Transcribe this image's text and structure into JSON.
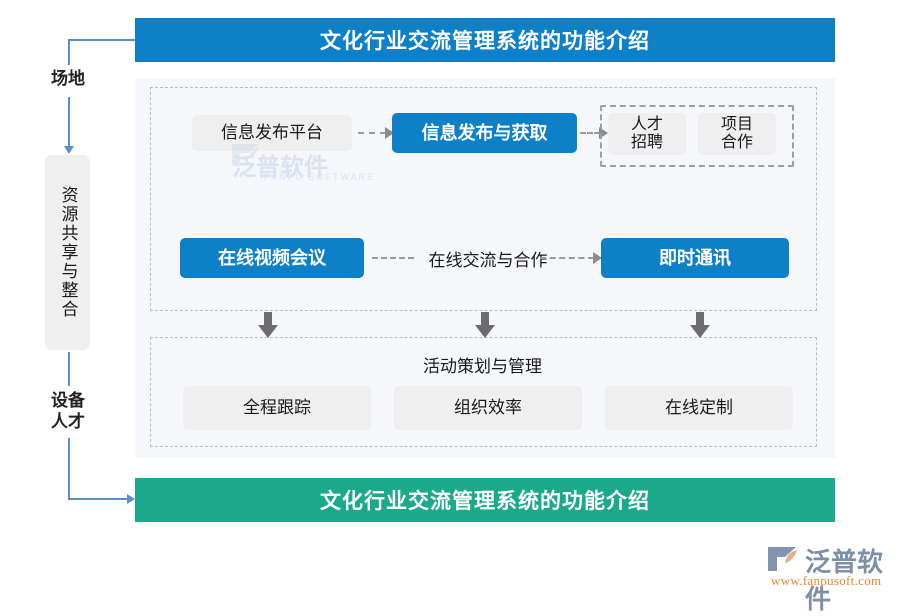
{
  "header": {
    "title": "文化行业交流管理系统的功能介绍",
    "color": "#0d80c8"
  },
  "footer": {
    "title": "文化行业交流管理系统的功能介绍",
    "color": "#1ba98c"
  },
  "left_flow": {
    "venue_label": "场地",
    "resource_box_label": "资源共享与整合",
    "equipment_label": "设备\n人才",
    "equipment_line1": "设备",
    "equipment_line2": "人才",
    "line_color": "#5b8ec9"
  },
  "main": {
    "row1": {
      "source": "信息发布平台",
      "center": "信息发布与获取",
      "outputs": [
        "人才\n招聘",
        "项目\n合作"
      ],
      "output_1_line1": "人才",
      "output_1_line2": "招聘",
      "output_2_line1": "项目",
      "output_2_line2": "合作"
    },
    "row2": {
      "left": "在线视频会议",
      "middle_label": "在线交流与合作",
      "right": "即时通讯"
    },
    "row3": {
      "title": "活动策划与管理",
      "items": [
        "全程跟踪",
        "组织效率",
        "在线定制"
      ]
    }
  },
  "watermark": {
    "text": "泛普软件",
    "subtext": "FANPU SOFTWARE"
  },
  "brand": {
    "name": "泛普软件",
    "url": "www.fanpusoft.com"
  }
}
